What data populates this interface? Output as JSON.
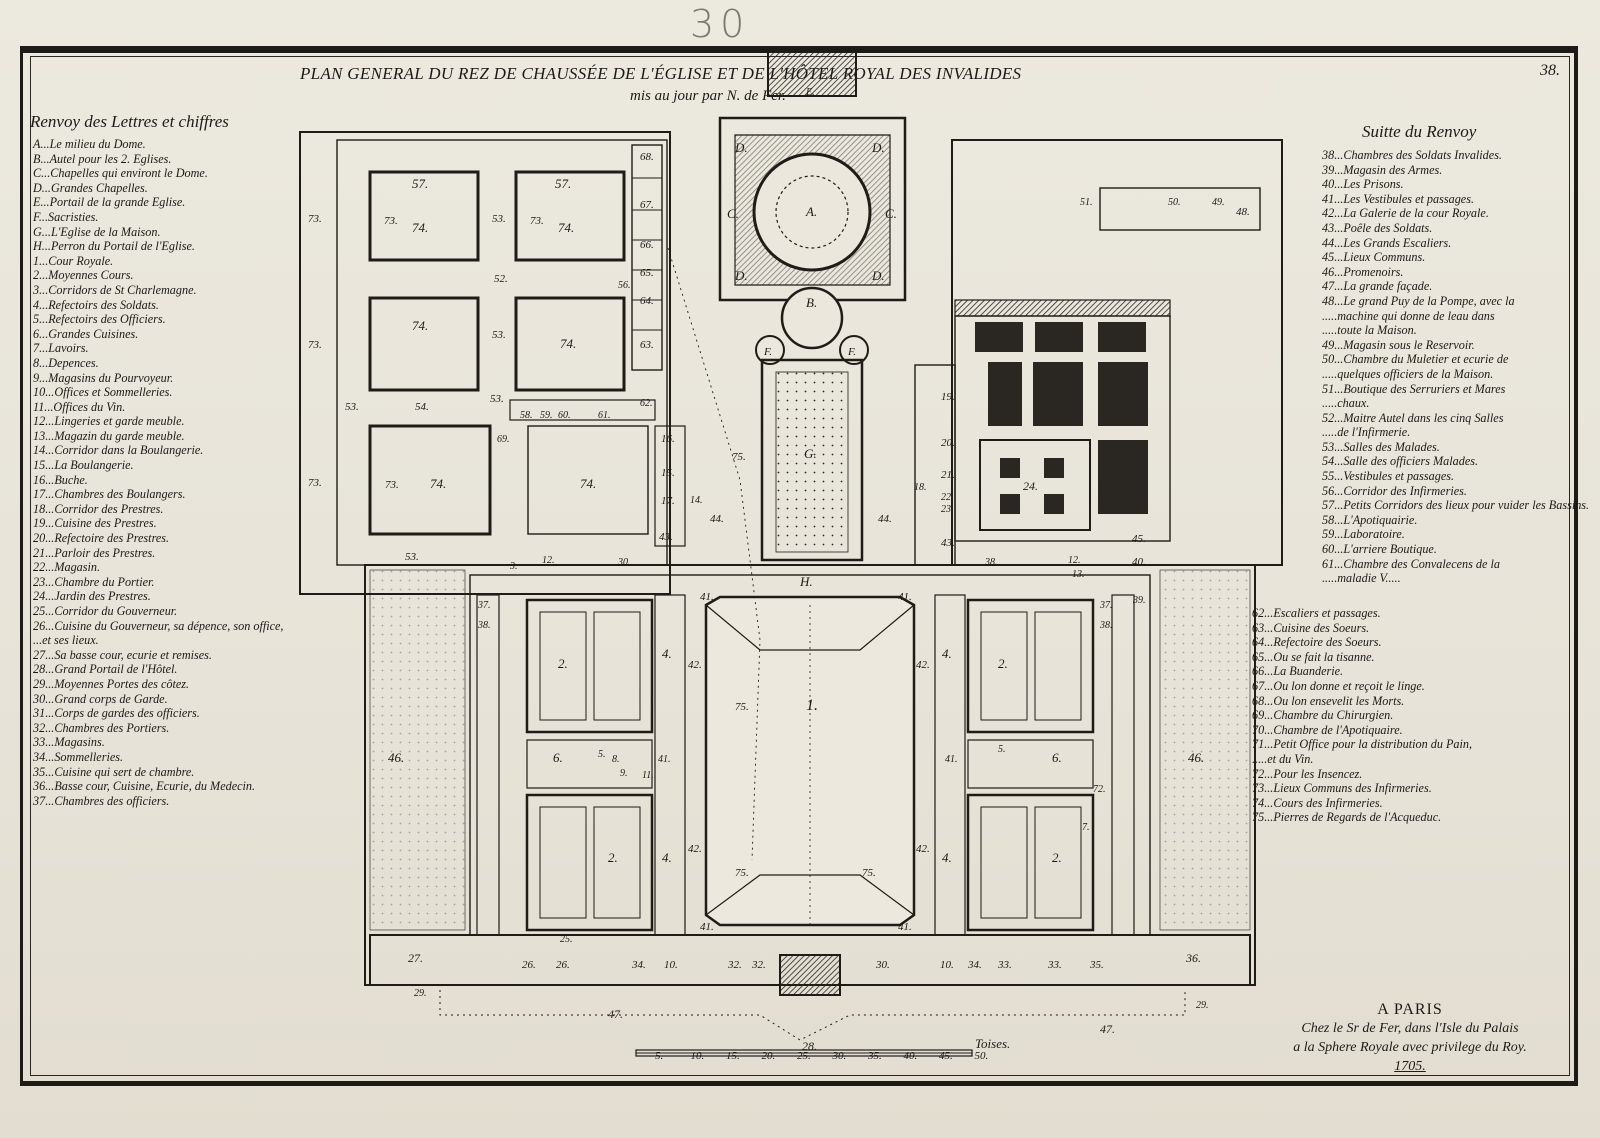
{
  "header": {
    "pencil_number": "30",
    "title": "PLAN GENERAL DU REZ DE CHAUSSÉE DE L'ÉGLISE ET DE L'HÔTEL ROYAL DES INVALIDES",
    "subtitle": "mis au jour par   N. de Fer.",
    "sheet_number": "38."
  },
  "legend_left": {
    "heading": "Renvoy des Lettres et chiffres",
    "items": [
      "A...Le milieu du Dome.",
      "B...Autel pour les 2. Eglises.",
      "C...Chapelles qui environt le Dome.",
      "D...Grandes Chapelles.",
      "E...Portail de la grande Eglise.",
      "F...Sacristies.",
      "G...L'Eglise de la Maison.",
      "H...Perron du Portail de l'Eglise.",
      "1...Cour Royale.",
      "2...Moyennes Cours.",
      "3...Corridors de St Charlemagne.",
      "4...Refectoirs des Soldats.",
      "5...Refectoirs des Officiers.",
      "6...Grandes Cuisines.",
      "7...Lavoirs.",
      "8...Depences.",
      "9...Magasins du Pourvoyeur.",
      "10...Offices et Sommelleries.",
      "11...Offices du Vin.",
      "12...Lingeries et garde meuble.",
      "13...Magazin du garde meuble.",
      "14...Corridor dans la Boulangerie.",
      "15...La Boulangerie.",
      "16...Buche.",
      "17...Chambres des Boulangers.",
      "18...Corridor des Prestres.",
      "19...Cuisine des Prestres.",
      "20...Refectoire des Prestres.",
      "21...Parloir des Prestres.",
      "22...Magasin.",
      "23...Chambre du Portier.",
      "24...Jardin des Prestres.",
      "25...Corridor du Gouverneur.",
      "26...Cuisine du Gouverneur, sa dépence, son office,",
      "...et ses lieux.",
      "27...Sa basse cour, ecurie et remises.",
      "28...Grand Portail de l'Hôtel.",
      "29...Moyennes Portes des côtez.",
      "30...Grand corps de Garde.",
      "31...Corps de gardes des officiers.",
      "32...Chambres des Portiers.",
      "33...Magasins.",
      "34...Sommelleries.",
      "35...Cuisine qui sert de chambre.",
      "36...Basse cour, Cuisine, Ecurie, du Medecin.",
      "37...Chambres des officiers."
    ]
  },
  "legend_right": {
    "heading": "Suitte du Renvoy",
    "items": [
      "38...Chambres des Soldats Invalides.",
      "39...Magasin des Armes.",
      "40...Les Prisons.",
      "41...Les Vestibules et passages.",
      "42...La Galerie de la cour Royale.",
      "43...Poêle des Soldats.",
      "44...Les Grands Escaliers.",
      "45...Lieux Communs.",
      "46...Promenoirs.",
      "47...La grande façade.",
      "48...Le grand Puy de la Pompe, avec la",
      ".....machine qui donne de leau dans",
      ".....toute la Maison.",
      "49...Magasin sous le Reservoir.",
      "50...Chambre du Muletier et ecurie de",
      ".....quelques officiers de la Maison.",
      "51...Boutique des Serruriers et Mares",
      ".....chaux.",
      "52...Maitre Autel dans les cinq Salles",
      ".....de l'Infirmerie.",
      "53...Salles des Malades.",
      "54...Salle des officiers Malades.",
      "55...Vestibules et passages.",
      "56...Corridor des Infirmeries.",
      "57...Petits Corridors des lieux pour vuider les Bassins.",
      "58...L'Apotiquairie.",
      "59...Laboratoire.",
      "60...L'arriere Boutique.",
      "61...Chambre des Convalecens de la",
      ".....maladie V....."
    ],
    "items_lower": [
      "62...Escaliers et passages.",
      "63...Cuisine des Soeurs.",
      "64...Refectoire des Soeurs.",
      "65...Ou se fait la tisanne.",
      "66...La Buanderie.",
      "67...Ou lon donne et reçoit le linge.",
      "68...Ou lon ensevelit les Morts.",
      "69...Chambre du Chirurgien.",
      "70...Chambre de l'Apotiquaire.",
      "71...Petit Office pour la distribution du Pain,",
      ".....et du Vin.",
      "72...Pour les Insencez.",
      "73...Lieux Communs des Infirmeries.",
      "74...Cours des Infirmeries.",
      "75...Pierres de Regards de l'Acqueduc."
    ]
  },
  "plan_labels": {
    "A": "A.",
    "B": "B.",
    "C": "C.",
    "D": "D.",
    "E": "E.",
    "F": "F.",
    "G": "G.",
    "H": "H.",
    "court_royale": "1.",
    "moyenne_cour": "2.",
    "refectoire": "4.",
    "cuisine": "6.",
    "cour_infirmerie": "74.",
    "salle": "57.",
    "lieux": "73.",
    "promenoir": "46.",
    "facade": "47.",
    "portail": "28.",
    "jardin": "24.",
    "regard": "75.",
    "puy": "48.",
    "reservoir": "49.",
    "muletier": "50.",
    "serruriers": "51.",
    "autel": "52.",
    "salles": "53.",
    "officiers_malades": "54.",
    "apotiquairie": "58.",
    "laboratoire": "59.",
    "arriere": "60.",
    "convalecens": "61.",
    "passages": "62.",
    "cuisine_soeurs": "63.",
    "refectoire_soeurs": "64.",
    "tisanne": "65.",
    "buanderie": "66.",
    "linge": "67.",
    "morts": "68.",
    "corridor": "56.",
    "galerie": "42.",
    "vestibule": "41.",
    "escaliers": "44.",
    "poele": "43.",
    "chambres_soldats": "38.",
    "chambres_officiers": "37.",
    "basse_cour": "27.",
    "gouverneur": "26.",
    "magasins": "33.",
    "sommelleries": "34.",
    "cuisine_chambre": "35.",
    "medecin": "36.",
    "portes": "29.",
    "garde": "30.",
    "portiers": "32.",
    "offices": "10.",
    "boulangerie": "15.",
    "buche": "16.",
    "boulangers": "17.",
    "boulangerie_corridor": "14.",
    "lingeries": "12.",
    "magazin": "13.",
    "pretres_corridor": "18.",
    "pretres_cuisine": "19.",
    "pretres_refectoire": "20.",
    "pretres_parloir": "21.",
    "magasin22": "22.",
    "portier": "23.",
    "gouverneur_corridor": "25.",
    "prisons": "40.",
    "armes": "39.",
    "lieux_communs": "45.",
    "vin": "11.",
    "depences": "8.",
    "pourvoyeur": "9.",
    "lavoirs": "7.",
    "refect_off": "5.",
    "corridors3": "3.",
    "chirurgien": "69.",
    "insencez": "72."
  },
  "scale": {
    "unit": "Toises.",
    "ticks": [
      "5.",
      "10.",
      "15.",
      "20.",
      "25.",
      "30.",
      "35.",
      "40.",
      "45.",
      "50."
    ]
  },
  "imprint": {
    "city": "A PARIS",
    "line1": "Chez le Sr de Fer, dans l'Isle du Palais",
    "line2": "a la Sphere Royale avec privilege du Roy.",
    "year": "1705."
  }
}
